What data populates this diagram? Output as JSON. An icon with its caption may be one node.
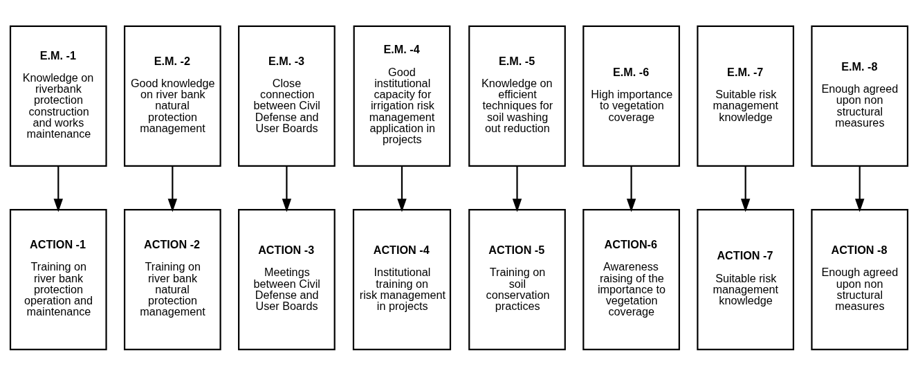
{
  "diagram": {
    "nodes": [
      {
        "text": [
          "E.M. -1",
          "Knowledge on riverbank protection construction and works maintenance"
        ]
      },
      {
        "text": [
          "E.M. -2",
          "Good knowledge on river bank natural protection management"
        ]
      },
      {
        "text": [
          "E.M. -3",
          "Close connection between Civil Defense and User Boards"
        ]
      },
      {
        "text": [
          "E.M. -4",
          "Good institutional capacity for irrigation risk management application in projects"
        ]
      },
      {
        "text": [
          "E.M. -5",
          "Knowledge on efficient techniques for soil washing out reduction"
        ]
      },
      {
        "text": [
          "E.M. -6",
          "High importance to vegetation coverage"
        ]
      },
      {
        "text": [
          "E.M. -7",
          "Suitable risk management knowledge"
        ]
      },
      {
        "text": [
          "E.M. -8",
          "Enough agreed upon non structural measures"
        ]
      },
      {
        "text": [
          "ACTION -1",
          "Training on river bank protection operation and maintenance"
        ]
      },
      {
        "text": [
          "ACTION -2",
          "Training on river bank natural protection management"
        ]
      },
      {
        "text": [
          "ACTION -3",
          "Meetings between Civil Defense and User Boards"
        ]
      },
      {
        "text": [
          "ACTION -4",
          "Institutional training on risk management in projects"
        ]
      },
      {
        "text": [
          "ACTION -5",
          "Training on soil conservation practices"
        ]
      },
      {
        "text": [
          "ACTION-6",
          "Awareness raising of the importance to vegetation coverage"
        ]
      },
      {
        "text": [
          "ACTION -7",
          "Suitable risk management knowledge"
        ]
      },
      {
        "text": [
          "ACTION -8",
          "Enough agreed upon non structural measures"
        ]
      }
    ],
    "edges": [
      {
        "from": 0,
        "to": 8,
        "arrow": "to"
      },
      {
        "from": 1,
        "to": 9,
        "arrow": "to"
      },
      {
        "from": 2,
        "to": 10,
        "arrow": "to"
      },
      {
        "from": 3,
        "to": 11,
        "arrow": "to"
      },
      {
        "from": 4,
        "to": 12,
        "arrow": "to"
      },
      {
        "from": 5,
        "to": 13,
        "arrow": "to"
      },
      {
        "from": 6,
        "to": 14,
        "arrow": "to"
      },
      {
        "from": 7,
        "to": 15,
        "arrow": "to"
      }
    ]
  }
}
